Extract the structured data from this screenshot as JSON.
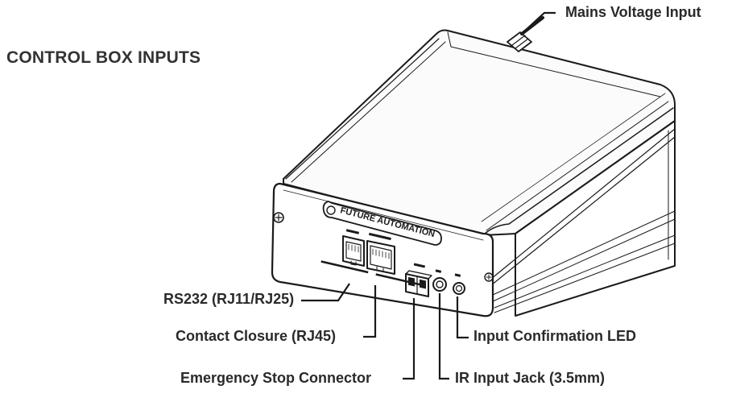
{
  "title": "CONTROL BOX INPUTS",
  "brand": "FUTURE AUTOMATION",
  "labels": {
    "mains": "Mains Voltage Input",
    "rs232": "RS232 (RJ11/RJ25)",
    "contact": "Contact Closure (RJ45)",
    "estop": "Emergency Stop Connector",
    "led": "Input Confirmation LED",
    "ir": "IR Input Jack (3.5mm)"
  },
  "colors": {
    "ink": "#2a2a2a",
    "line": "#1a1a1a",
    "bg": "#ffffff"
  }
}
